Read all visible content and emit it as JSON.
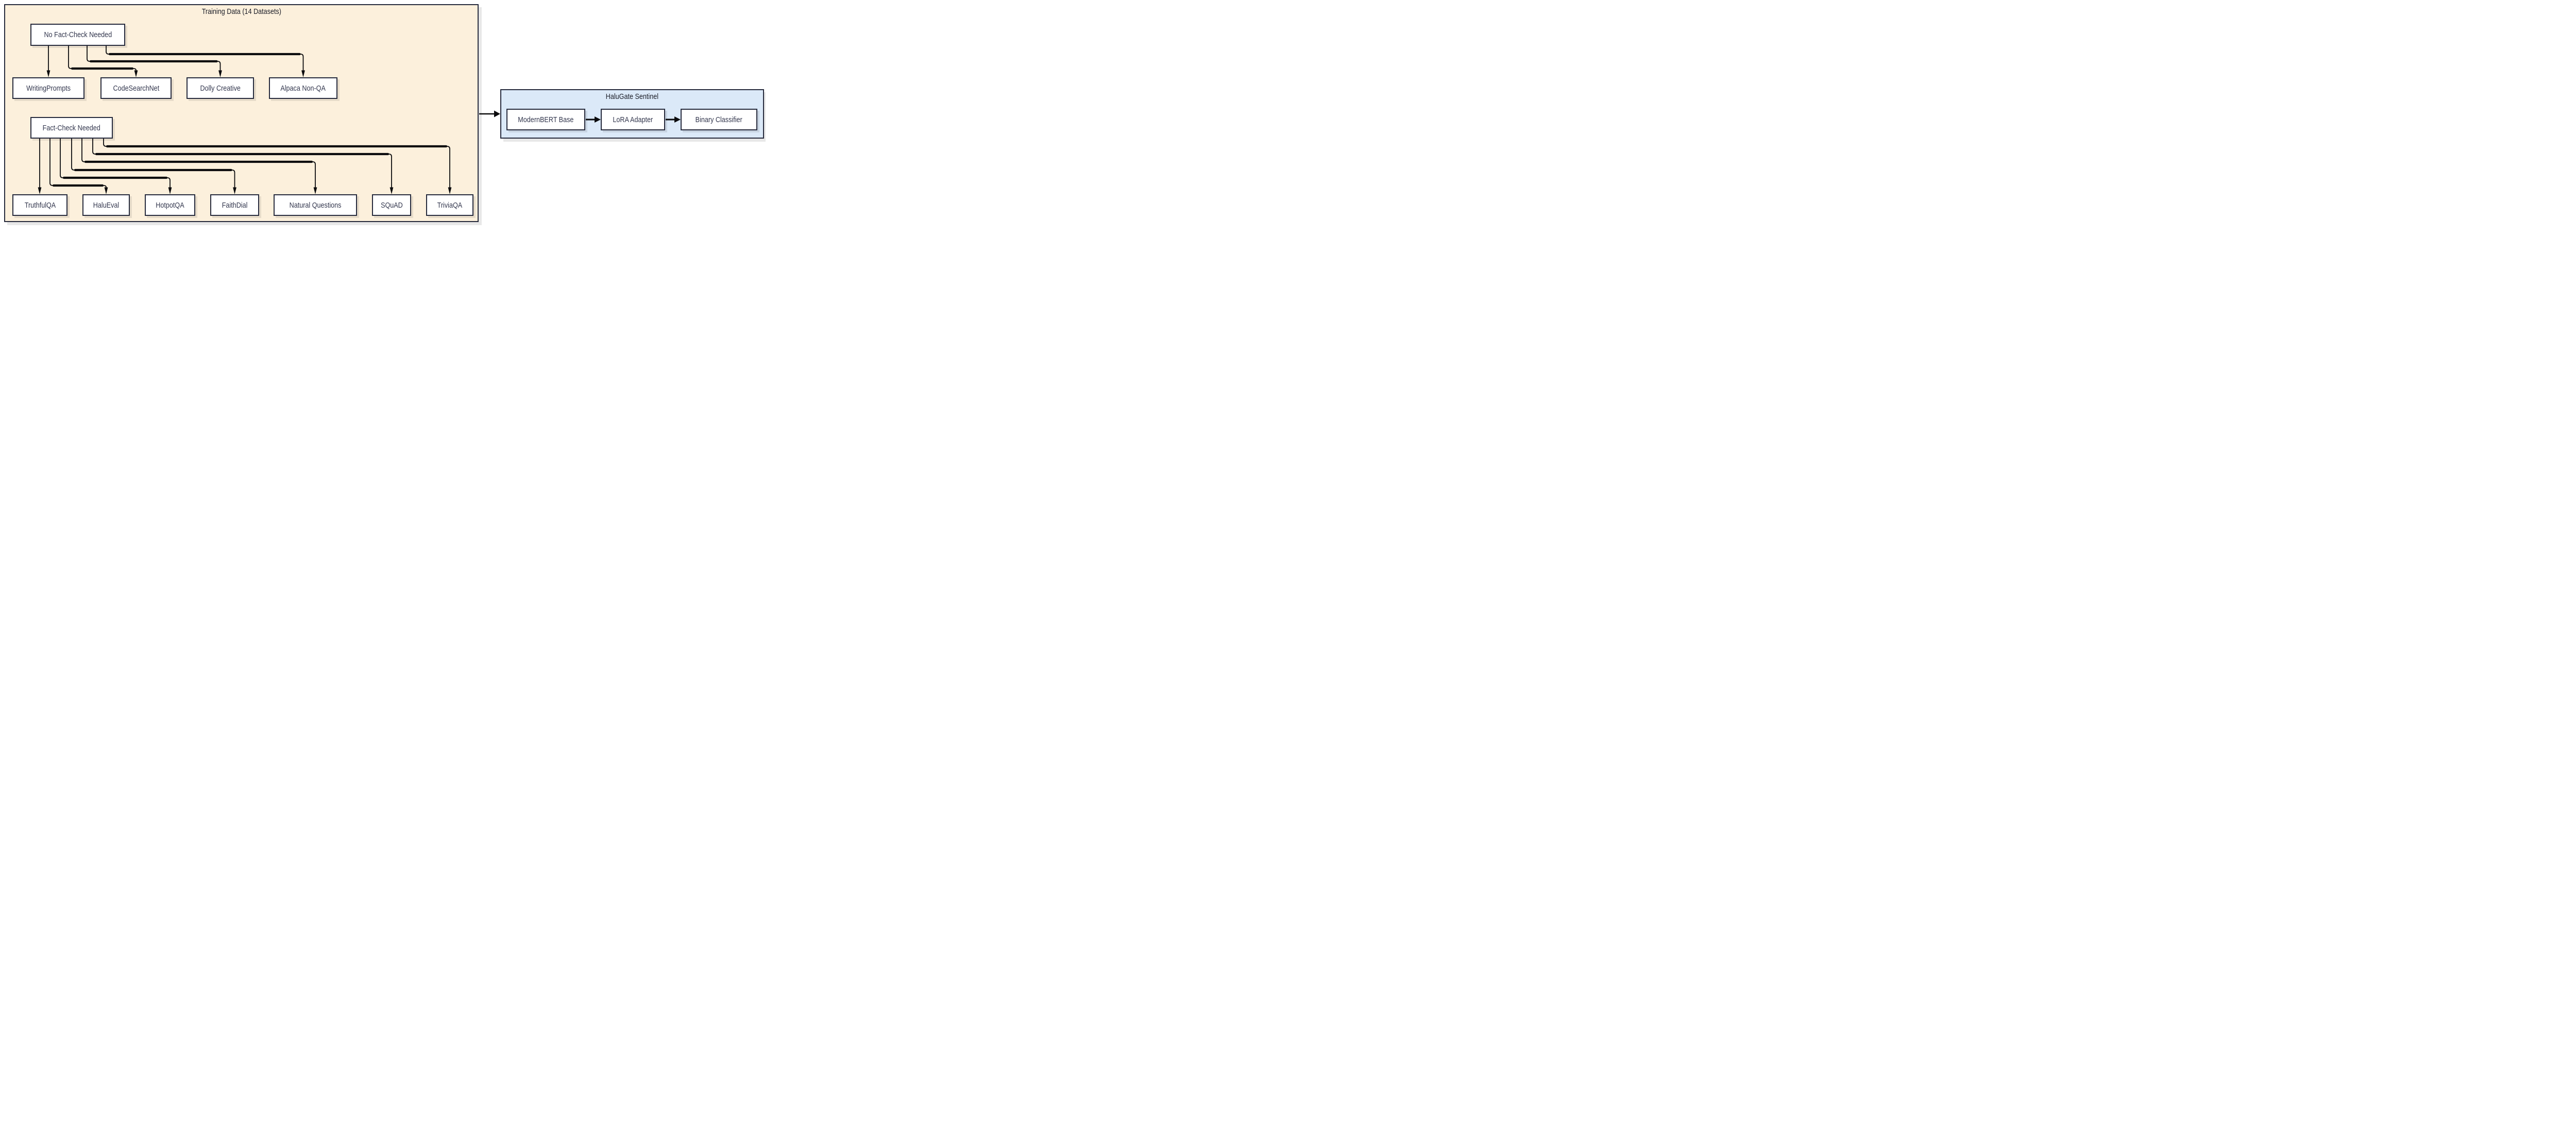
{
  "colors": {
    "canvas_bg": "#ffffff",
    "training_bg": "#fcf0dc",
    "halugate_bg": "#dbe9f8",
    "box_border": "#272b3d",
    "node_bg": "#ffffff",
    "text": "#32364d",
    "title_text": "#1a1c26",
    "connector": "#0b0b0d"
  },
  "training": {
    "title": "Training Data (14 Datasets)",
    "no_fact_check": {
      "label": "No Fact-Check Needed"
    },
    "no_fact_children": [
      {
        "label": "WritingPrompts"
      },
      {
        "label": "CodeSearchNet"
      },
      {
        "label": "Dolly Creative"
      },
      {
        "label": "Alpaca Non-QA"
      }
    ],
    "fact_check": {
      "label": "Fact-Check Needed"
    },
    "fact_children": [
      {
        "label": "TruthfulQA"
      },
      {
        "label": "HaluEval"
      },
      {
        "label": "HotpotQA"
      },
      {
        "label": "FaithDial"
      },
      {
        "label": "Natural Questions"
      },
      {
        "label": "SQuAD"
      },
      {
        "label": "TriviaQA"
      }
    ]
  },
  "halugate": {
    "title": "HaluGate Sentinel",
    "pipeline": [
      {
        "label": "ModernBERT Base"
      },
      {
        "label": "LoRA Adapter"
      },
      {
        "label": "Binary Classifier"
      }
    ]
  }
}
